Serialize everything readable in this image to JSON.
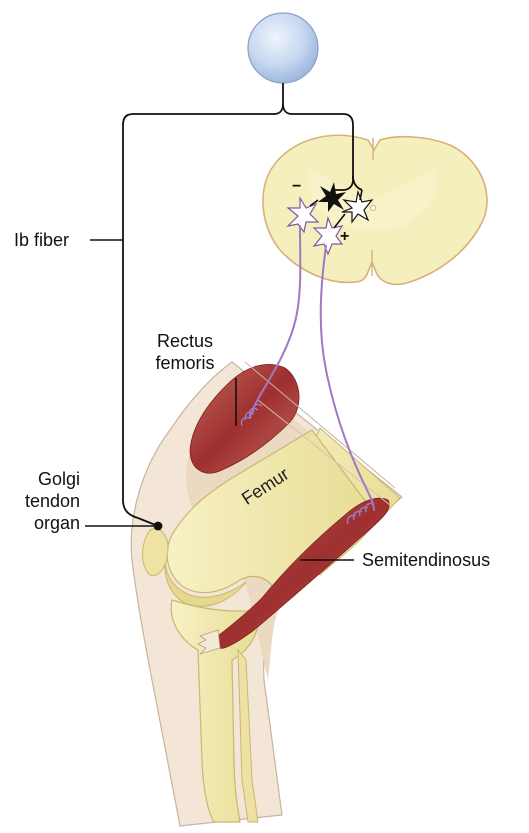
{
  "labels": {
    "ib_fiber": "Ib fiber",
    "rectus_line1": "Rectus",
    "rectus_line2": "femoris",
    "golgi_line1": "Golgi",
    "golgi_line2": "tendon",
    "golgi_line3": "organ",
    "femur": "Femur",
    "semitendinosus": "Semitendinosus",
    "minus_sign": "−",
    "plus_sign": "+"
  },
  "colors": {
    "spinal_cord": "#f5efbe",
    "spinal_outline": "#d9b07a",
    "cell_body": "#c7d8f0",
    "muscle": "#a83838",
    "bone": "#f1e9ad",
    "skin": "#f4e6d6",
    "motor_axon": "#a07ac0",
    "nerve_line": "#111111"
  }
}
